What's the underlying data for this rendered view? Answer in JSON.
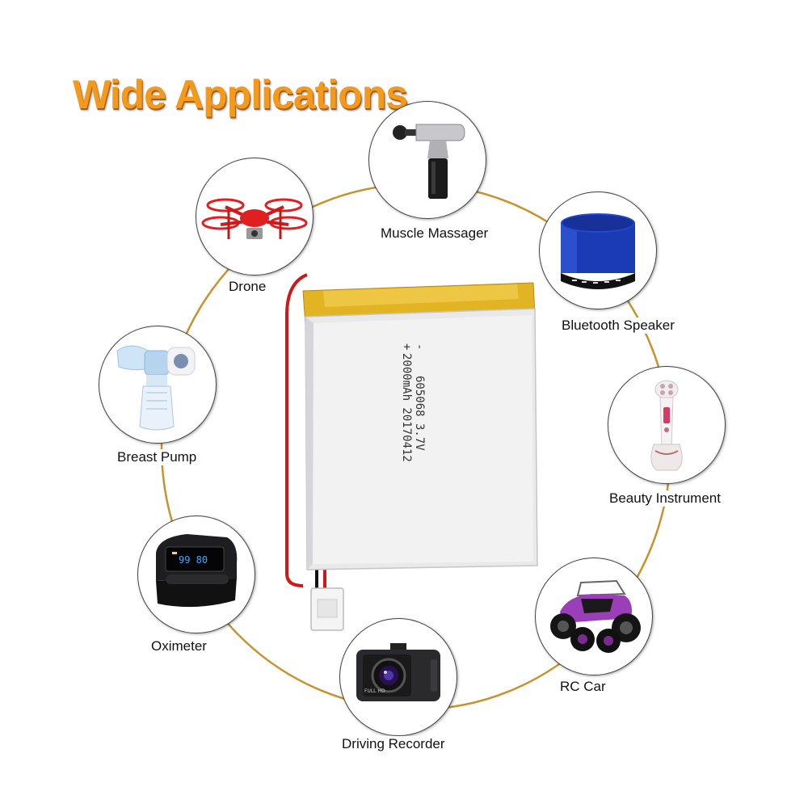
{
  "title": "Wide Applications",
  "battery": {
    "polarity_minus": "-",
    "polarity_plus": "+",
    "model_line": "605068 3.7V",
    "capacity_line": "2000mAh 20170412"
  },
  "applications": [
    {
      "id": "muscle-massager",
      "label": "Muscle Massager",
      "icon": "massage-gun-icon"
    },
    {
      "id": "drone",
      "label": "Drone",
      "icon": "drone-icon"
    },
    {
      "id": "bluetooth-speaker",
      "label": "Bluetooth Speaker",
      "icon": "speaker-icon"
    },
    {
      "id": "breast-pump",
      "label": "Breast Pump",
      "icon": "breast-pump-icon"
    },
    {
      "id": "beauty-instrument",
      "label": "Beauty Instrument",
      "icon": "beauty-device-icon"
    },
    {
      "id": "oximeter",
      "label": "Oximeter",
      "icon": "oximeter-icon"
    },
    {
      "id": "rc-car",
      "label": "RC Car",
      "icon": "rc-car-icon"
    },
    {
      "id": "driving-recorder",
      "label": "Driving Recorder",
      "icon": "dashcam-icon"
    }
  ],
  "device_readouts": {
    "oximeter_value": "99 80",
    "dashcam_badge": "FULL HD"
  },
  "colors": {
    "title": "#f39a1c",
    "ring": "#c8922e",
    "drone": "#e02020",
    "speaker": "#1a3bb5",
    "rc_car": "#9b3fb8"
  }
}
